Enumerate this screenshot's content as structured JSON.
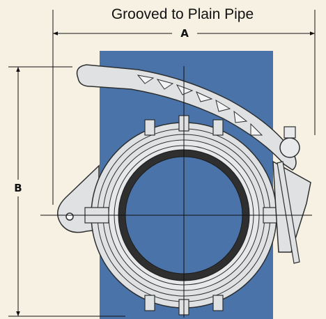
{
  "title": "Grooved to Plain Pipe",
  "dimensions": {
    "a": "A",
    "b": "B"
  },
  "colors": {
    "background": "#f6f1e3",
    "pipe": "#4a74a9",
    "coupling_fill": "#dfe1e3",
    "coupling_stroke": "#2c2e30",
    "gasket": "#2f2f2f",
    "lines": "#111111"
  }
}
